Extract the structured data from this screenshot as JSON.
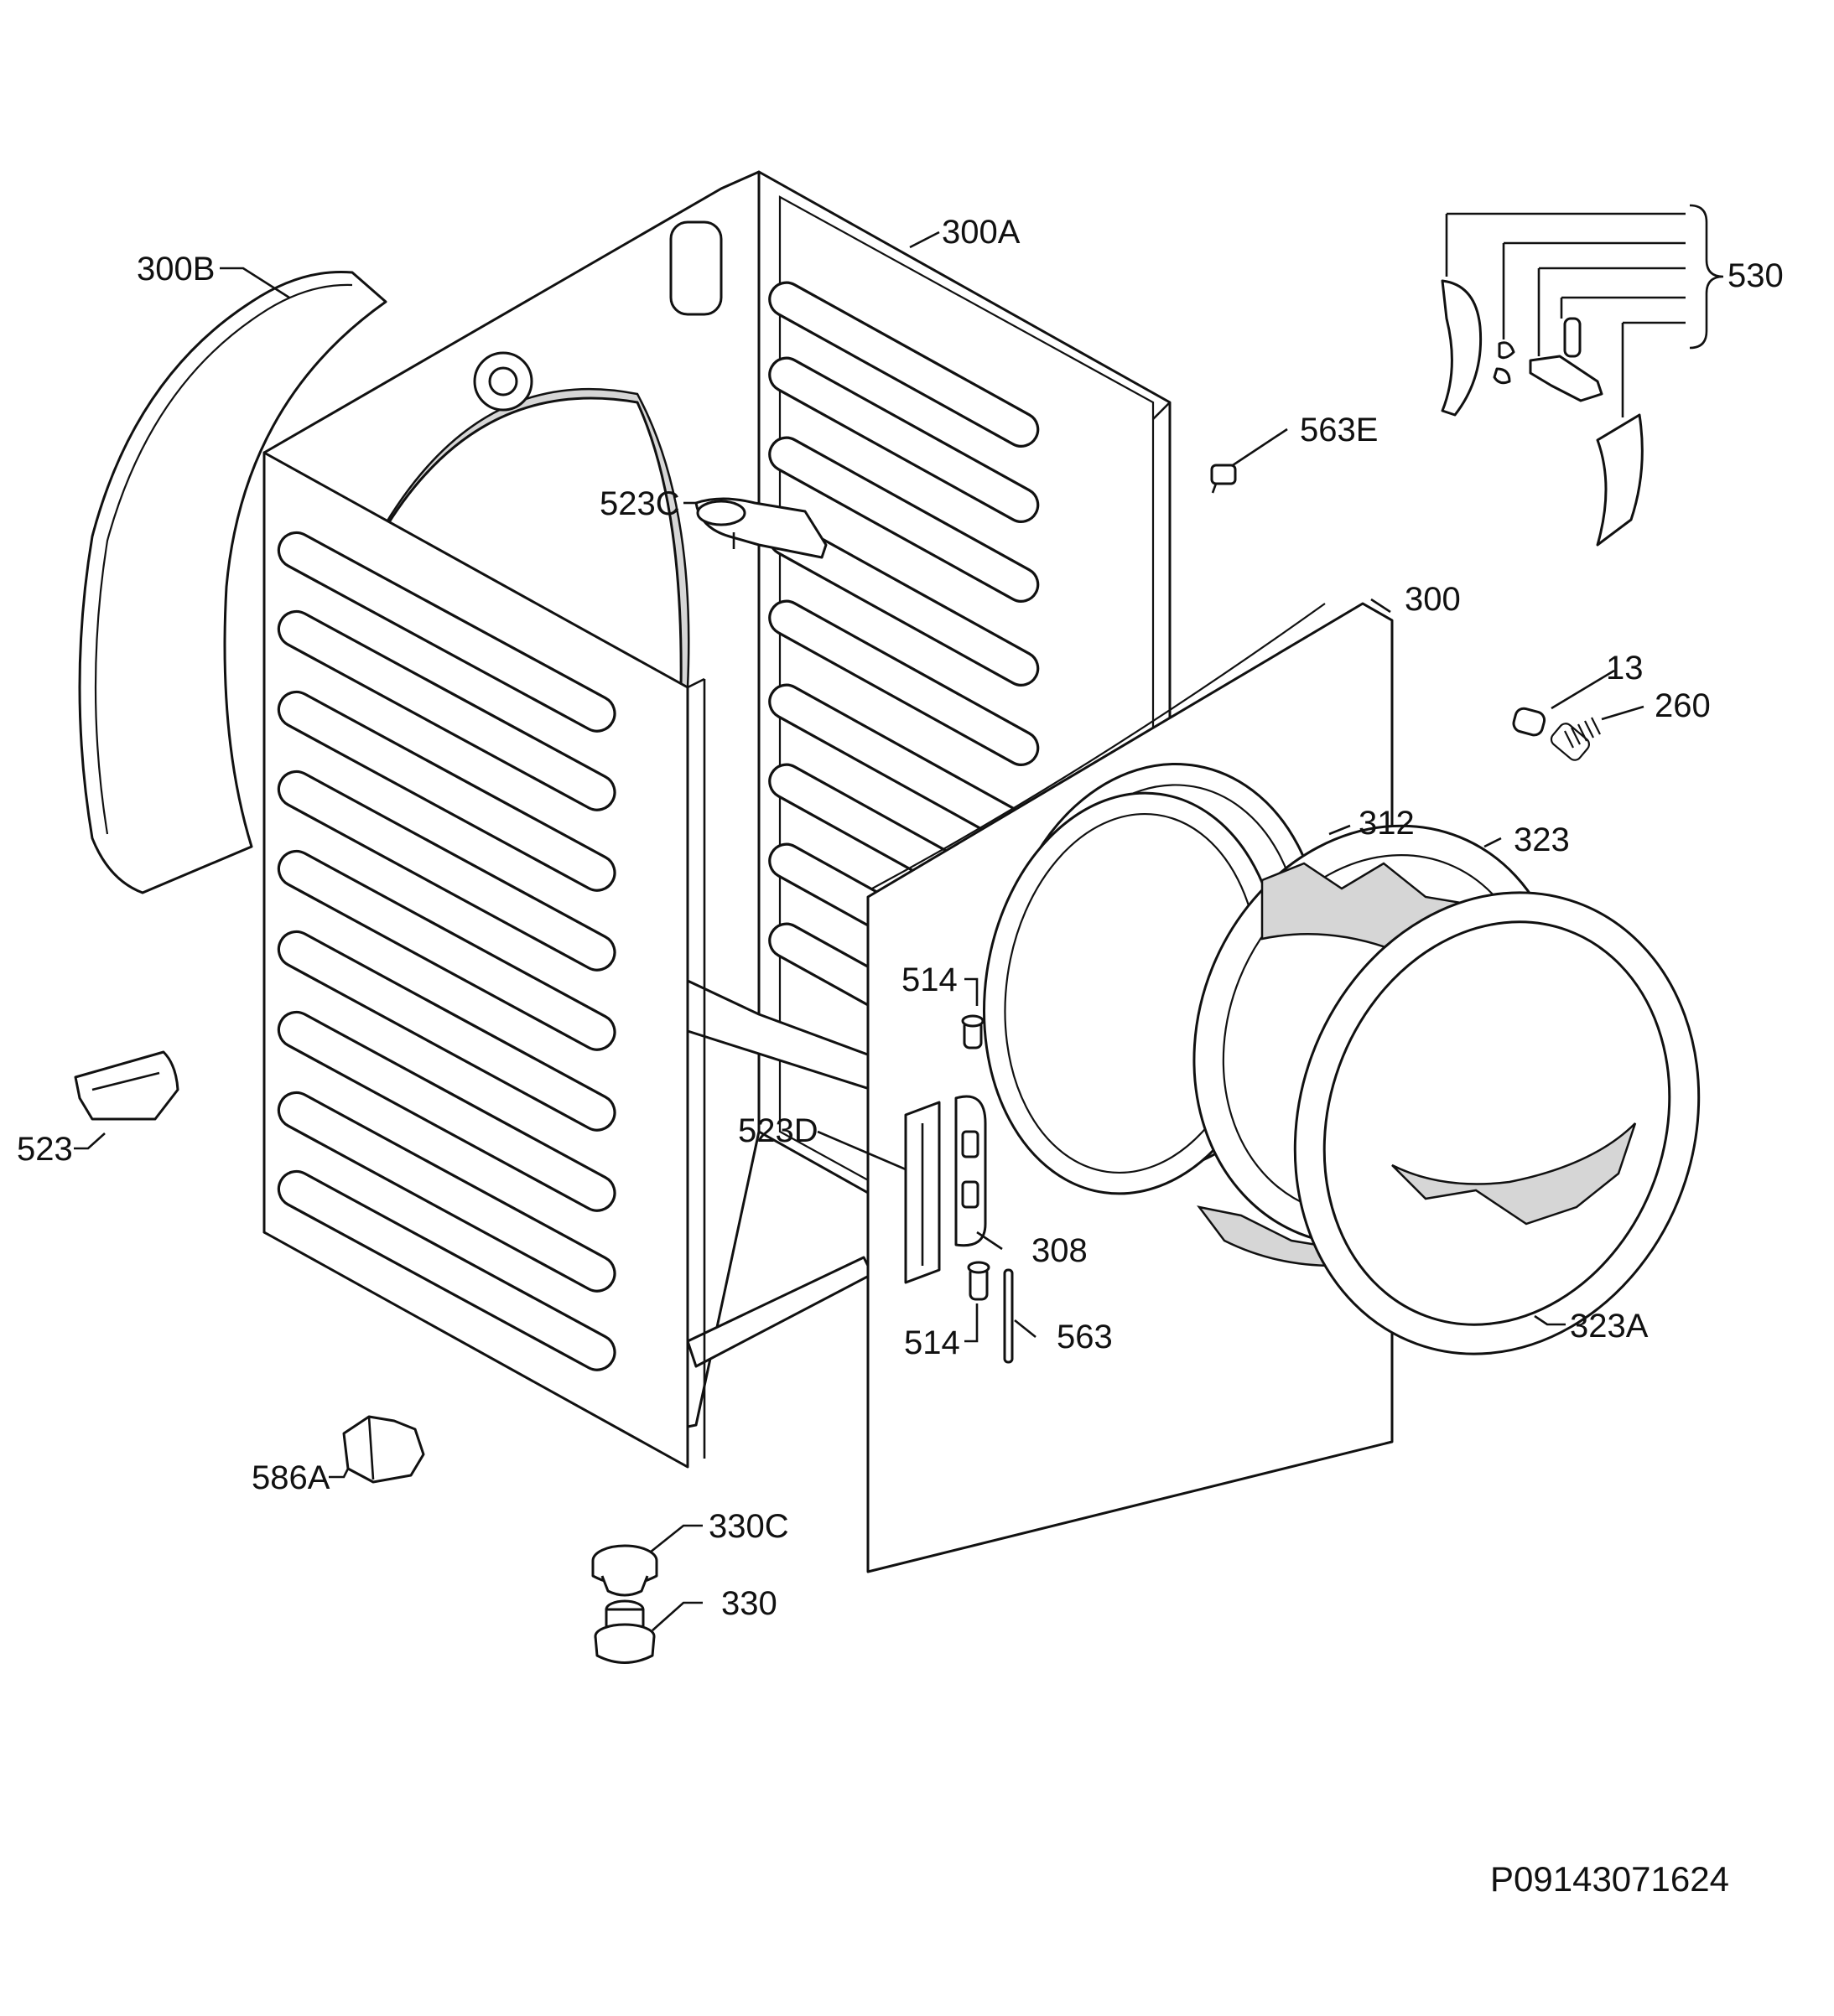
{
  "diagram": {
    "drawing_code": "P09143071624",
    "labels": {
      "l300B": "300B",
      "l300A": "300A",
      "l530": "530",
      "l563E": "563E",
      "l523C": "523C",
      "l300": "300",
      "l13": "13",
      "l260": "260",
      "l312": "312",
      "l323": "323",
      "l514a": "514",
      "l523D": "523D",
      "l308": "308",
      "l514b": "514",
      "l563": "563",
      "l323A": "323A",
      "l523": "523",
      "l586A": "586A",
      "l330C": "330C",
      "l330": "330"
    }
  }
}
